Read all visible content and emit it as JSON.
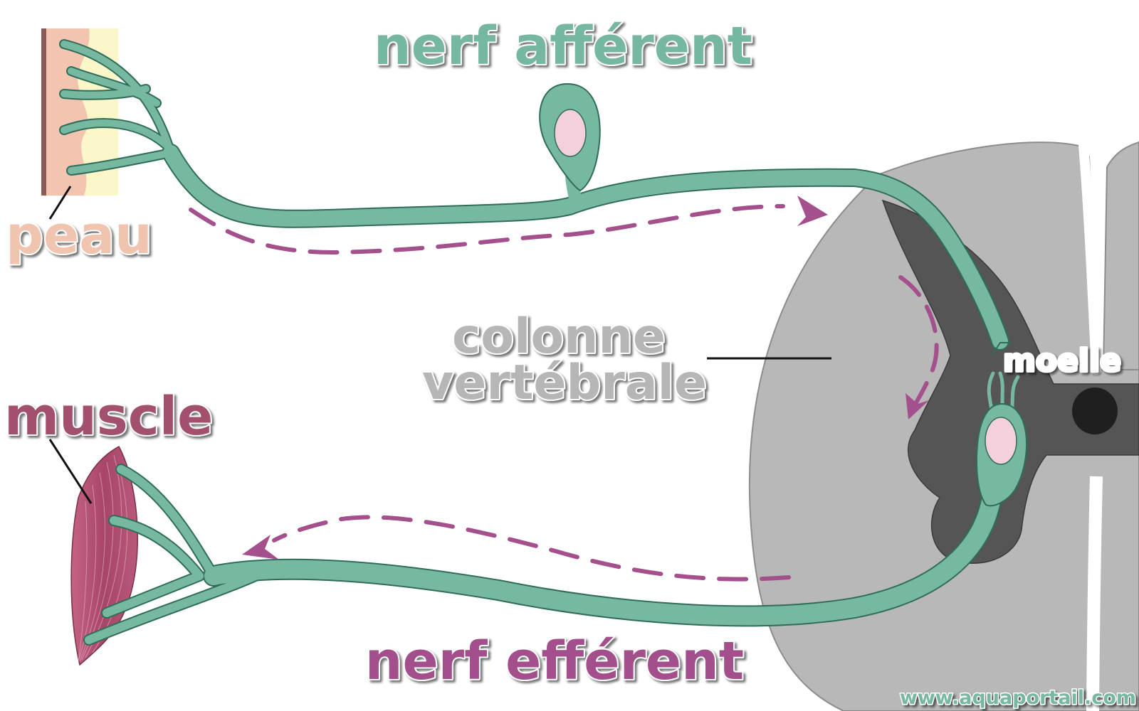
{
  "labels": {
    "afferent": "nerf afférent",
    "efferent": "nerf efférent",
    "skin": "peau",
    "muscle": "muscle",
    "column_line1": "colonne",
    "column_line2": "vertébrale",
    "marrow": "moelle",
    "website": "www.aquaportail.com"
  },
  "colors": {
    "nerve": "#77b8a1",
    "nerve_outline": "#2f6d58",
    "signal_arrow": "#a3508c",
    "afferent_text": "#74b7a0",
    "efferent_text": "#a3508c",
    "skin_text": "#f0c4ae",
    "muscle_text": "#a3506e",
    "column_text": "#b6b6b6",
    "marrow_text": "#ffffff",
    "website_text": "#77b8a1",
    "spinal_white_matter": "#b8b8b8",
    "spinal_grey_matter": "#555555",
    "central_canal": "#1f1f1f",
    "skin_layer": "#f3c4b0",
    "skin_dermis": "#fcf7c8",
    "skin_edge": "#8a5a5a",
    "muscle_fill": "#b04a6c",
    "nucleus": "#f4d0dc"
  }
}
